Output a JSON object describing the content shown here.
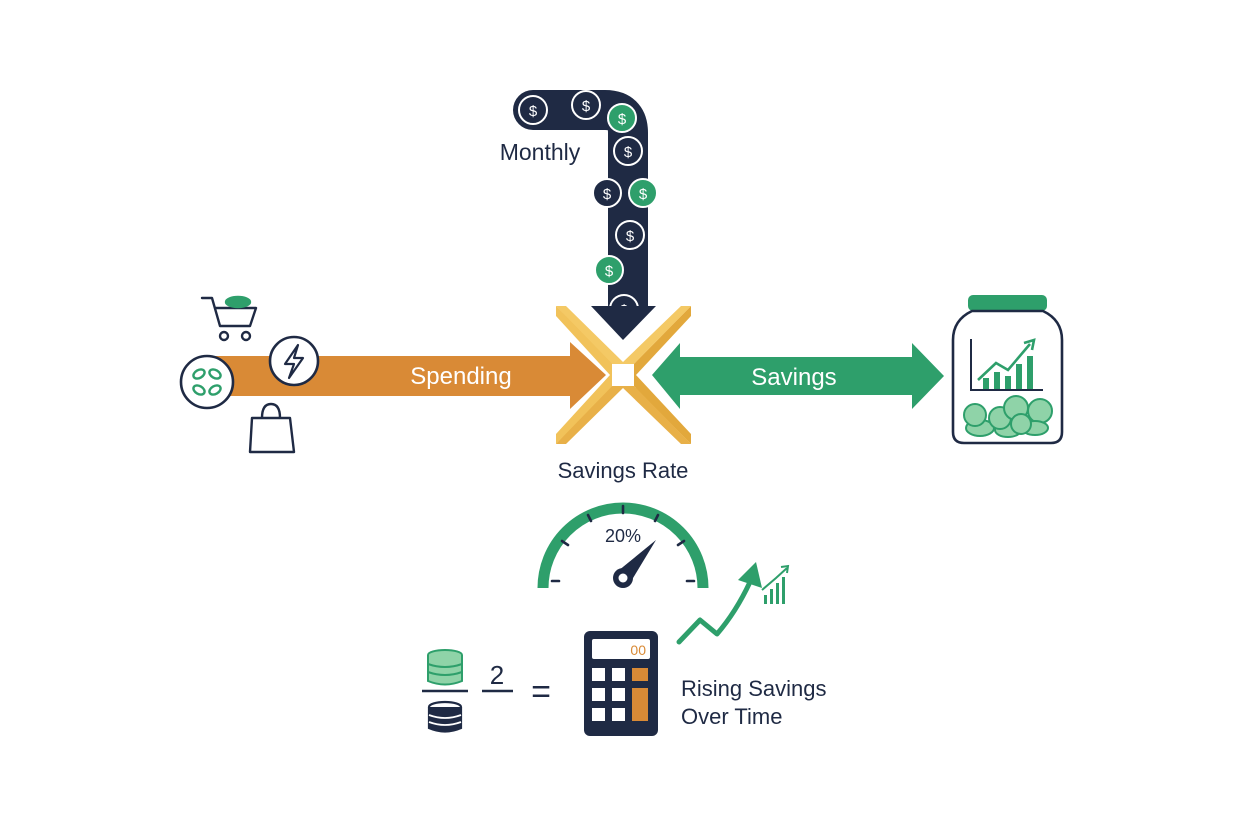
{
  "labels": {
    "income": "Monthly",
    "spending": "Spending",
    "savings": "Savings",
    "rate_label": "Savings Rate",
    "rate_value": "20%",
    "formula_divisor": "2",
    "formula_equals": "=",
    "calc_display": "00",
    "growth": [
      "Rising Savings",
      "Over Time"
    ],
    "coin_symbol": "$"
  },
  "gauge": {
    "value_percent": 20
  },
  "colors": {
    "navy": "#1f2a44",
    "orange": "#d98a36",
    "green": "#2e9f6b",
    "gold": "#efb94a"
  },
  "icons": [
    "cart-icon",
    "lightning-icon",
    "leaf-coin-icon",
    "shopping-bag-icon",
    "savings-jar-icon",
    "calculator-icon",
    "coin-stack-icon",
    "trend-arrow-icon"
  ]
}
